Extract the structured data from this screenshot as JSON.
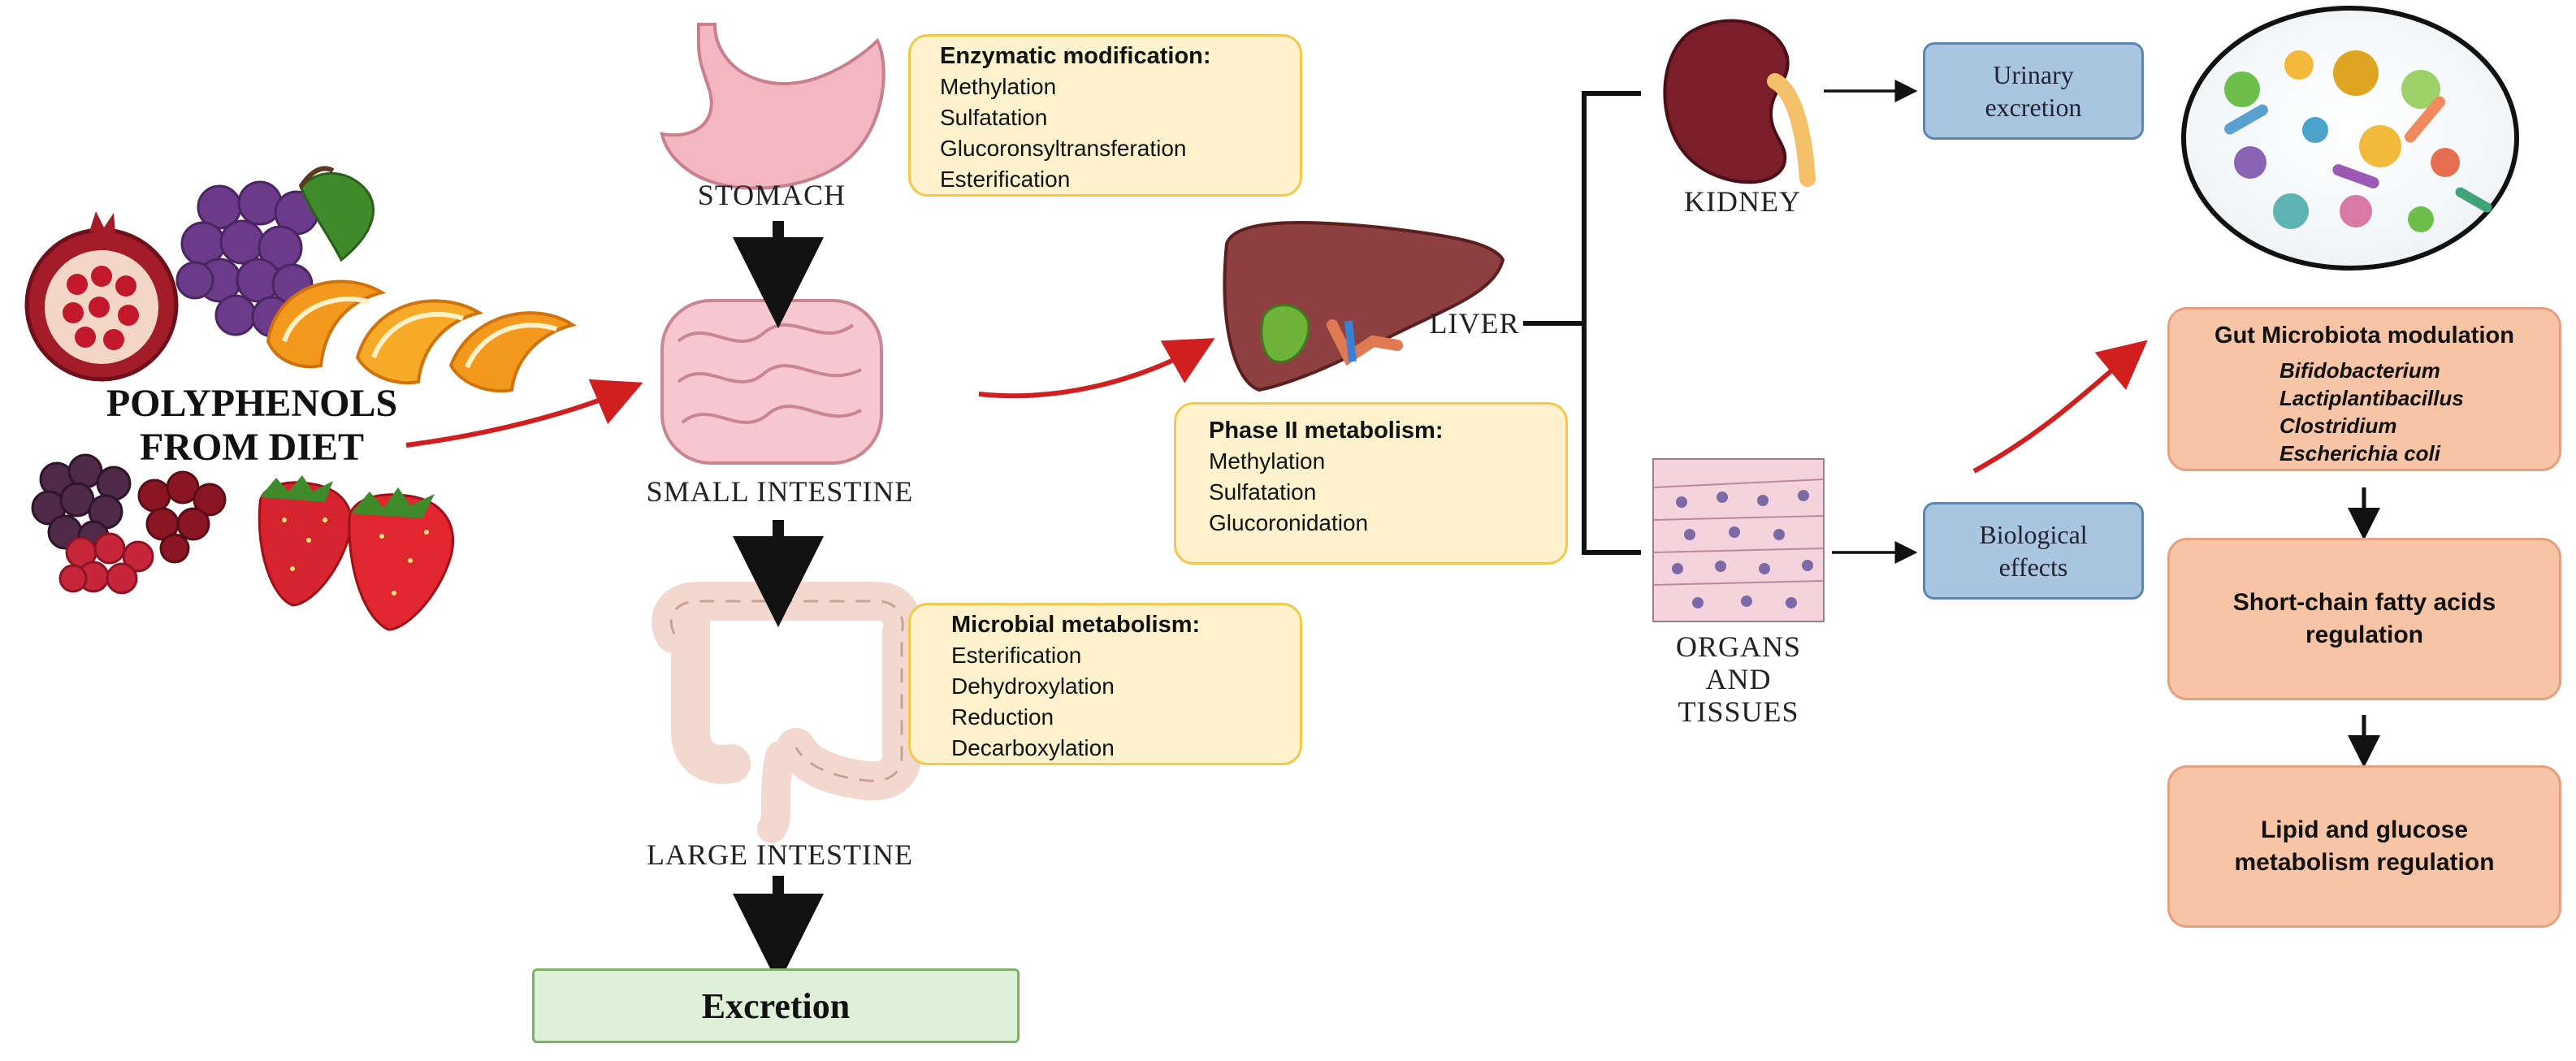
{
  "source": {
    "title_lines": [
      "POLYPHENOLS",
      "FROM DIET"
    ]
  },
  "organs": {
    "stomach": "STOMACH",
    "small_intestine": "SMALL INTESTINE",
    "large_intestine": "LARGE INTESTINE",
    "liver": "LIVER",
    "kidney": "KIDNEY",
    "organs_tissues": [
      "ORGANS",
      "AND",
      "TISSUES"
    ]
  },
  "enzymatic": {
    "title": "Enzymatic modification:",
    "items": [
      "Methylation",
      "Sulfatation",
      "Glucoronsyltransferation",
      "Esterification"
    ]
  },
  "microbial": {
    "title": "Microbial metabolism:",
    "items": [
      "Esterification",
      "Dehydroxylation",
      "Reduction",
      "Decarboxylation"
    ]
  },
  "phase2": {
    "title": "Phase II metabolism:",
    "items": [
      "Methylation",
      "Sulfatation",
      "Glucoronidation"
    ]
  },
  "excretion": "Excretion",
  "urinary": [
    "Urinary",
    "excretion"
  ],
  "biological": [
    "Biological",
    "effects"
  ],
  "microbiota": {
    "title": "Gut Microbiota modulation",
    "increased": [
      "Bifidobacterium",
      "Lactiplantibacillus"
    ],
    "decreased": [
      "Clostridium",
      "Escherichia coli"
    ]
  },
  "scfa": [
    "Short-chain fatty acids",
    "regulation"
  ],
  "lipid": [
    "Lipid and glucose",
    "metabolism regulation"
  ],
  "colors": {
    "red_arrow": "#d11f1f",
    "increase": "#e02020",
    "decrease": "#e02020"
  }
}
